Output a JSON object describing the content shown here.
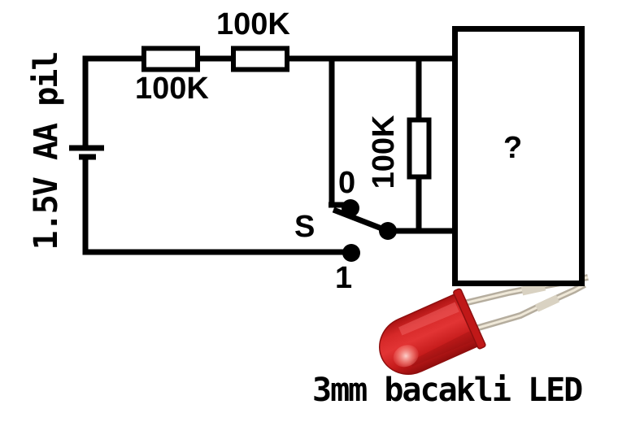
{
  "diagram": {
    "type": "circuit-schematic",
    "colors": {
      "line": "#000000",
      "background": "#ffffff",
      "led_body_red": "#d42020",
      "led_leg_silver": "#b5ad9e"
    },
    "labels": {
      "battery": "1.5V AA pil",
      "resistor_series_1": "100K",
      "resistor_series_2": "100K",
      "resistor_vertical": "100K",
      "switch_name": "S",
      "switch_position_0": "0",
      "switch_position_1": "1",
      "unknown_box": "?",
      "led_caption": "3mm bacakli LED"
    }
  }
}
